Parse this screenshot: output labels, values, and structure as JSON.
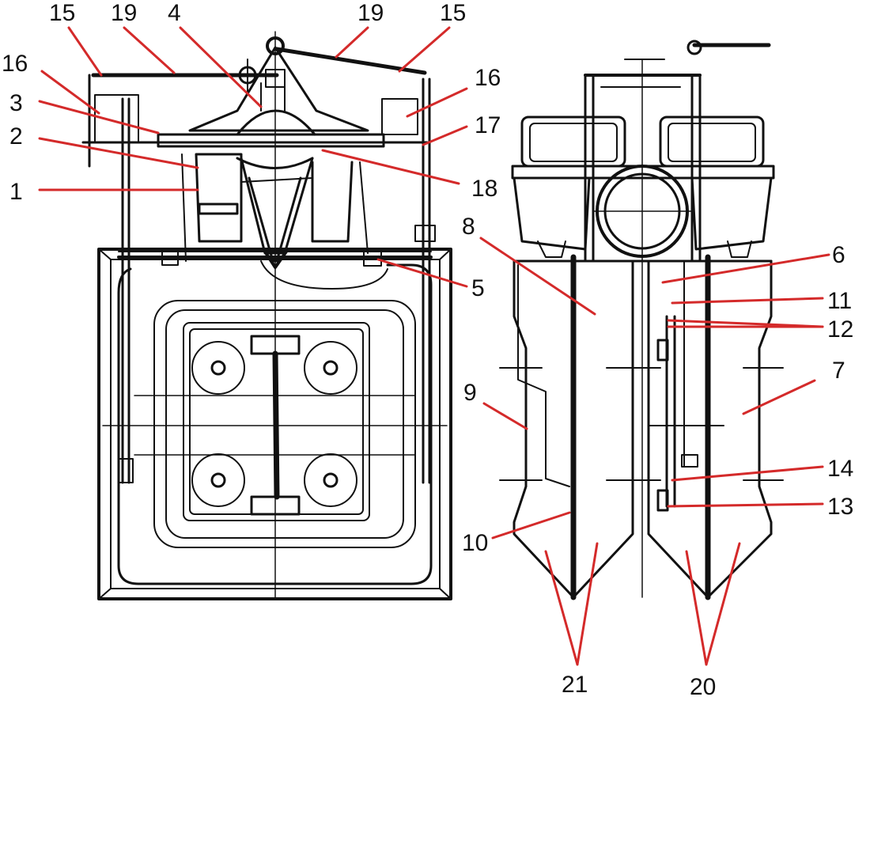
{
  "colors": {
    "ink": "#111111",
    "leader": "#d42a2a",
    "background": "#ffffff"
  },
  "callouts": [
    {
      "id": "c1",
      "text": "1"
    },
    {
      "id": "c2",
      "text": "2"
    },
    {
      "id": "c3",
      "text": "3"
    },
    {
      "id": "c4",
      "text": "4"
    },
    {
      "id": "c5",
      "text": "5"
    },
    {
      "id": "c6",
      "text": "6"
    },
    {
      "id": "c7",
      "text": "7"
    },
    {
      "id": "c8",
      "text": "8"
    },
    {
      "id": "c9",
      "text": "9"
    },
    {
      "id": "c10",
      "text": "10"
    },
    {
      "id": "c11",
      "text": "11"
    },
    {
      "id": "c12",
      "text": "12"
    },
    {
      "id": "c13",
      "text": "13"
    },
    {
      "id": "c14",
      "text": "14"
    },
    {
      "id": "c15a",
      "text": "15"
    },
    {
      "id": "c15b",
      "text": "15"
    },
    {
      "id": "c16a",
      "text": "16"
    },
    {
      "id": "c16b",
      "text": "16"
    },
    {
      "id": "c17",
      "text": "17"
    },
    {
      "id": "c18",
      "text": "18"
    },
    {
      "id": "c19a",
      "text": "19"
    },
    {
      "id": "c19b",
      "text": "19"
    },
    {
      "id": "c20",
      "text": "20"
    },
    {
      "id": "c21",
      "text": "21"
    }
  ]
}
